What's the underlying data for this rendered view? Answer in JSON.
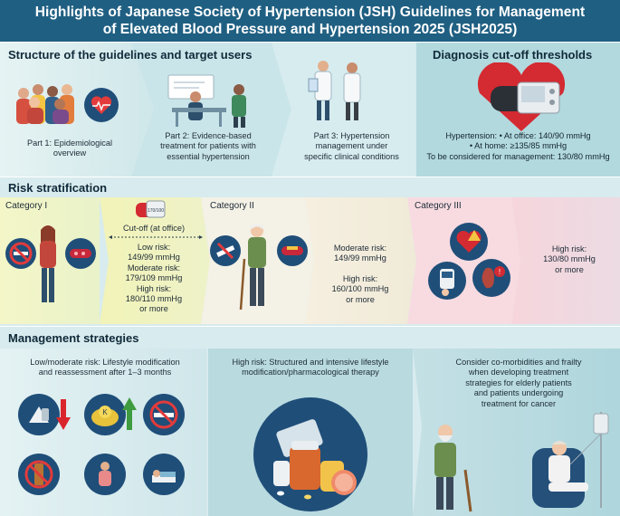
{
  "header": {
    "line1": "Highlights of Japanese Society of Hypertension (JSH) Guidelines for Management",
    "line2": "of Elevated Blood Pressure and Hypertension 2025 (JSH2025)"
  },
  "structure": {
    "title": "Structure of the guidelines and target users",
    "part1": [
      "Part 1: Epidemiological",
      "overview"
    ],
    "part2": [
      "Part 2: Evidence-based",
      "treatment for patients with",
      "essential hypertension"
    ],
    "part3": [
      "Part 3: Hypertension",
      "management under",
      "specific clinical conditions"
    ]
  },
  "diagnosis": {
    "title": "Diagnosis cut-off thresholds",
    "lines": [
      "Hypertension: • At office: 140/90 mmHg",
      "• At home: ≥135/85 mmHg",
      "To be considered for management: 130/80 mmHg"
    ]
  },
  "risk": {
    "title": "Risk stratification",
    "cat1": "Category I",
    "cat2": "Category II",
    "cat3": "Category III",
    "cutoff": "Cut-off (at office)",
    "cat1_lines": [
      "Low risk:",
      "149/99 mmHg",
      "Moderate risk:",
      "179/109 mmHg",
      "High risk:",
      "180/110 mmHg",
      "or more"
    ],
    "cat2_lines": [
      "Moderate risk:",
      "149/99 mmHg",
      "High risk:",
      "160/100 mmHg",
      "or more"
    ],
    "cat3_lines": [
      "High risk:",
      "130/80 mmHg",
      "or more"
    ],
    "bp_reading": "170/100"
  },
  "management": {
    "title": "Management strategies",
    "col1": [
      "Low/moderate risk: Lifestyle modification",
      "and reassessment after 1–3 months"
    ],
    "col2": [
      "High risk: Structured and intensive lifestyle",
      "modification/pharmacological therapy"
    ],
    "col3": [
      "Consider co-morbidities and frailty",
      "when developing treatment",
      "strategies for elderly patients",
      "and patients undergoing",
      "treatment for cancer"
    ],
    "k_label": "K"
  },
  "colors": {
    "header": "#1f5f82",
    "band_light": "#d7ecef",
    "band_teal": "#b5dbe1",
    "cat1": "#f4f3b4",
    "cat2": "#f7ead8",
    "cat3": "#f5cdd6",
    "arrow_red": "#d9262c",
    "arrow_green": "#3f9b3f"
  }
}
